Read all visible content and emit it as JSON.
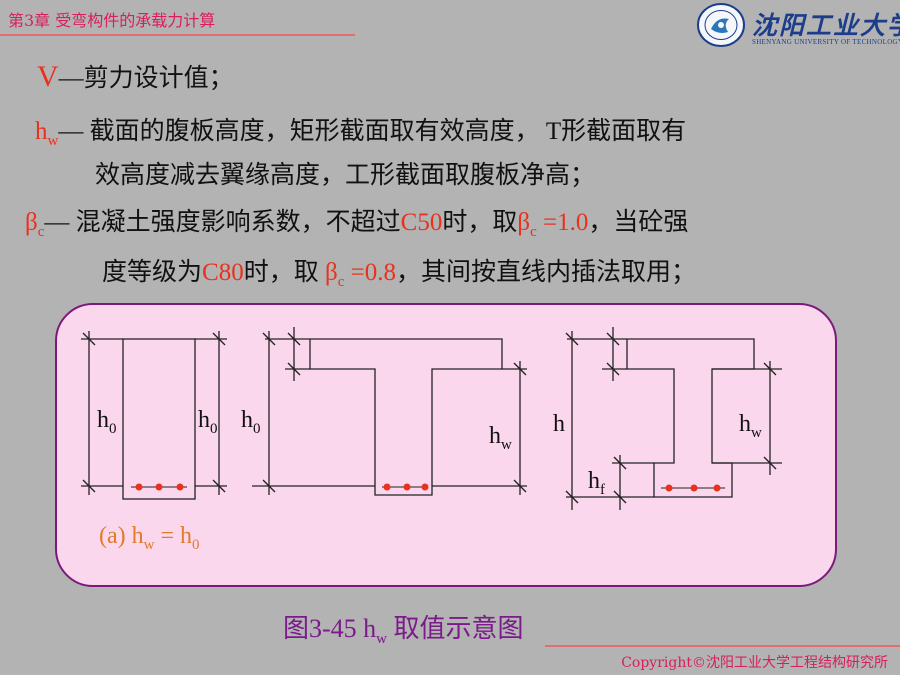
{
  "header": {
    "chapter_title": "第3章  受弯构件的承载力计算",
    "logo_name": "沈阳工业大学",
    "logo_english": "SHENYANG UNIVERSITY OF TECHNOLOGY"
  },
  "body": {
    "v_symbol": "V",
    "v_text": "—剪力设计值；",
    "hw_sym": "h",
    "hw_sub": "w",
    "hw_text_1": "—  截面的腹板高度，矩形截面取有效高度，  T形截面取有",
    "hw_text_2": "效高度减去翼缘高度，工形截面取腹板净高；",
    "bc_sym": "β",
    "bc_sub": "c",
    "bc_text_1a": "— 混凝土强度影响系数，不超过",
    "c50": "C50",
    "bc_text_1b": "时，取",
    "bc_eq_1": " =1.0",
    "bc_text_1c": "，当砼强",
    "bc_text_2a": "度等级为",
    "c80": "C80",
    "bc_text_2b": "时，取 ",
    "bc_eq_2": " =0.8",
    "bc_text_2c": "，其间按直线内插法取用；"
  },
  "diagram": {
    "label_h0": "h",
    "label_h0_sub": "0",
    "label_hw": "h",
    "label_hw_sub": "w",
    "label_h": "h",
    "label_hf": "h",
    "label_hf_sub": "f",
    "caption_a_text": "(a) h",
    "caption_a_sub": "w",
    "caption_a_eq": " = h",
    "caption_a_eq_sub": "0"
  },
  "figure": {
    "caption_prefix": "图3-45  h",
    "caption_sub": "w",
    "caption_suffix": " 取值示意图"
  },
  "footer": {
    "copyright": "Copyright©沈阳工业大学工程结构研究所"
  },
  "colors": {
    "header_text": "#d81e5b",
    "accent_red": "#e8321e",
    "box_fill": "#fbd7ee",
    "box_border": "#7b1a7a",
    "caption_purple": "#7b1a8a",
    "caption_orange": "#e07a2c"
  }
}
